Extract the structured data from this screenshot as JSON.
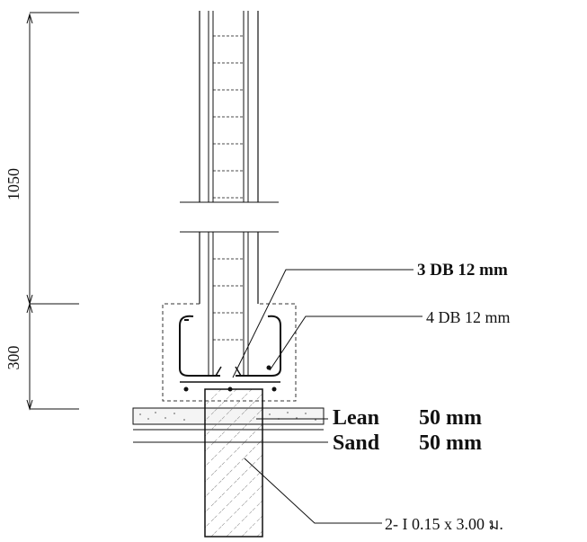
{
  "dimensions": {
    "upper": "1050",
    "lower": "300"
  },
  "callouts": {
    "top_bars": "3 DB 12 mm",
    "bottom_bars": "4 DB 12 mm",
    "pile": "2- I 0.15 x 3.00 ม."
  },
  "layers": {
    "lean": {
      "name": "Lean",
      "thickness": "50 mm"
    },
    "sand": {
      "name": "Sand",
      "thickness": "50 mm"
    }
  },
  "colors": {
    "line": "#111111",
    "dashed": "#333333",
    "hatch": "#555555"
  }
}
